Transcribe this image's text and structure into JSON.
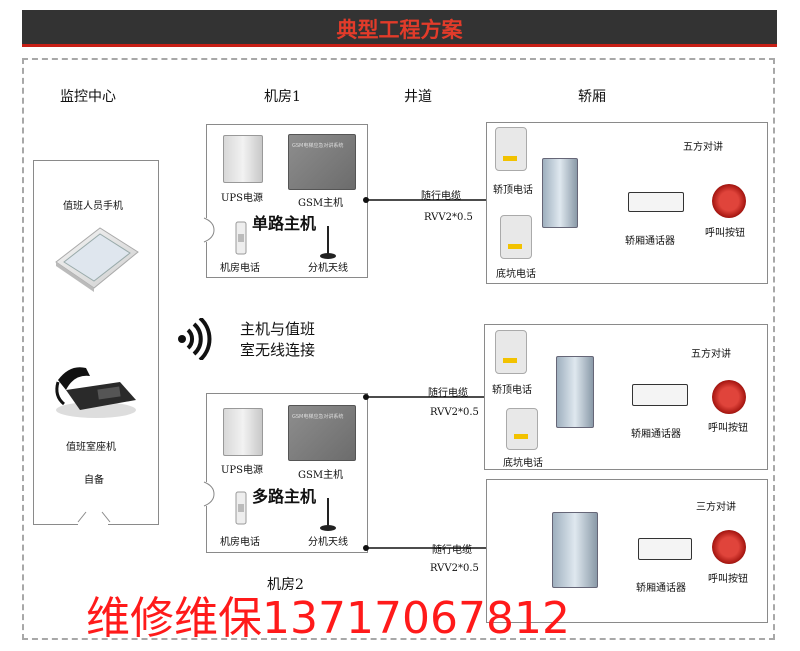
{
  "title": "典型工程方案",
  "sections": {
    "monitor_center": "监控中心",
    "machine_room_1": "机房1",
    "shaft": "井道",
    "car": "轿厢",
    "machine_room_2": "机房2"
  },
  "monitor": {
    "phone_label": "值班人员手机",
    "desk_phone_label": "值班室座机",
    "self_provided": "自备"
  },
  "room1": {
    "ups": "UPS电源",
    "gsm": "GSM主机",
    "host_title": "单路主机",
    "room_phone": "机房电话",
    "antenna": "分机天线",
    "gsm_panel_text": "GSM电梯应急对讲系统"
  },
  "room2": {
    "ups": "UPS电源",
    "gsm": "GSM主机",
    "host_title": "多路主机",
    "room_phone": "机房电话",
    "antenna": "分机天线",
    "gsm_panel_text": "GSM电梯应急对讲系统"
  },
  "wireless": {
    "line1": "主机与值班",
    "line2": "室无线连接"
  },
  "cable": {
    "name": "随行电缆",
    "spec": "RVV2*0.5"
  },
  "car1": {
    "mode": "五方对讲",
    "top_phone": "轿顶电话",
    "pit_phone": "底坑电话",
    "intercom": "轿厢通话器",
    "call_button": "呼叫按钮"
  },
  "car2": {
    "mode": "五方对讲",
    "top_phone": "轿顶电话",
    "pit_phone": "底坑电话",
    "intercom": "轿厢通话器",
    "call_button": "呼叫按钮"
  },
  "car3": {
    "mode": "三方对讲",
    "intercom": "轿厢通话器",
    "call_button": "呼叫按钮"
  },
  "watermark": "维修维保13717067812",
  "colors": {
    "title_bg": "#333333",
    "title_text": "#e23b2a",
    "accent_red": "#c71f16",
    "watermark": "#ff1a1a",
    "dashed": "#999999"
  }
}
